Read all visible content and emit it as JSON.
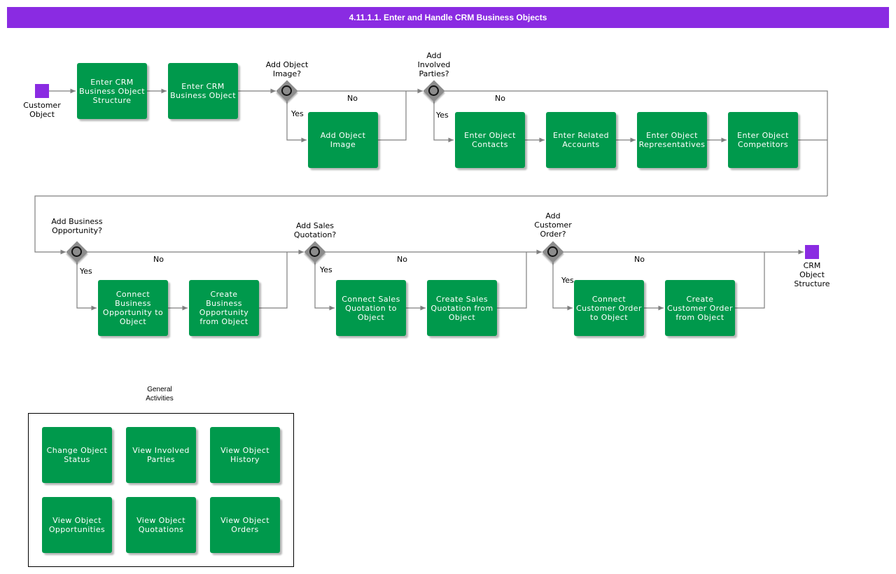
{
  "title": "4.11.1.1. Enter and Handle CRM Business Objects",
  "start_event": {
    "label": "Customer\nObject"
  },
  "end_event": {
    "label": "CRM\nObject\nStructure"
  },
  "tasks": {
    "enter_structure": "Enter CRM\nBusiness Object\nStructure",
    "enter_object": "Enter CRM\nBusiness Object",
    "add_image": "Add Object\nImage",
    "enter_contacts": "Enter Object\nContacts",
    "enter_accounts": "Enter Related\nAccounts",
    "enter_reps": "Enter Object\nRepresentatives",
    "enter_competitors": "Enter Object\nCompetitors",
    "connect_opportunity": "Connect\nBusiness\nOpportunity to\nObject",
    "create_opportunity": "Create Business\nOpportunity\nfrom Object",
    "connect_quotation": "Connect Sales\nQuotation to\nObject",
    "create_quotation": "Create Sales\nQuotation from\nObject",
    "connect_order": "Connect\nCustomer Order\nto Object",
    "create_order": "Create\nCustomer Order\nfrom Object"
  },
  "gateways": {
    "image": "Add Object\nImage?",
    "parties": "Add\nInvolved\nParties?",
    "opportunity": "Add Business\nOpportunity?",
    "quotation": "Add Sales\nQuotation?",
    "order": "Add\nCustomer\nOrder?"
  },
  "flow_labels": {
    "yes": "Yes",
    "no": "No"
  },
  "general_activities": {
    "label": "General\nActivities",
    "items": [
      "Change Object\nStatus",
      "View Involved\nParties",
      "View Object\nHistory",
      "View Object\nOpportunities",
      "View Object\nQuotations",
      "View Object\nOrders"
    ]
  },
  "colors": {
    "header": "#8a2be2",
    "task": "#00994c",
    "event": "#8a2be2",
    "gateway": "#8c8c8c",
    "connector": "#7f7f7f"
  }
}
